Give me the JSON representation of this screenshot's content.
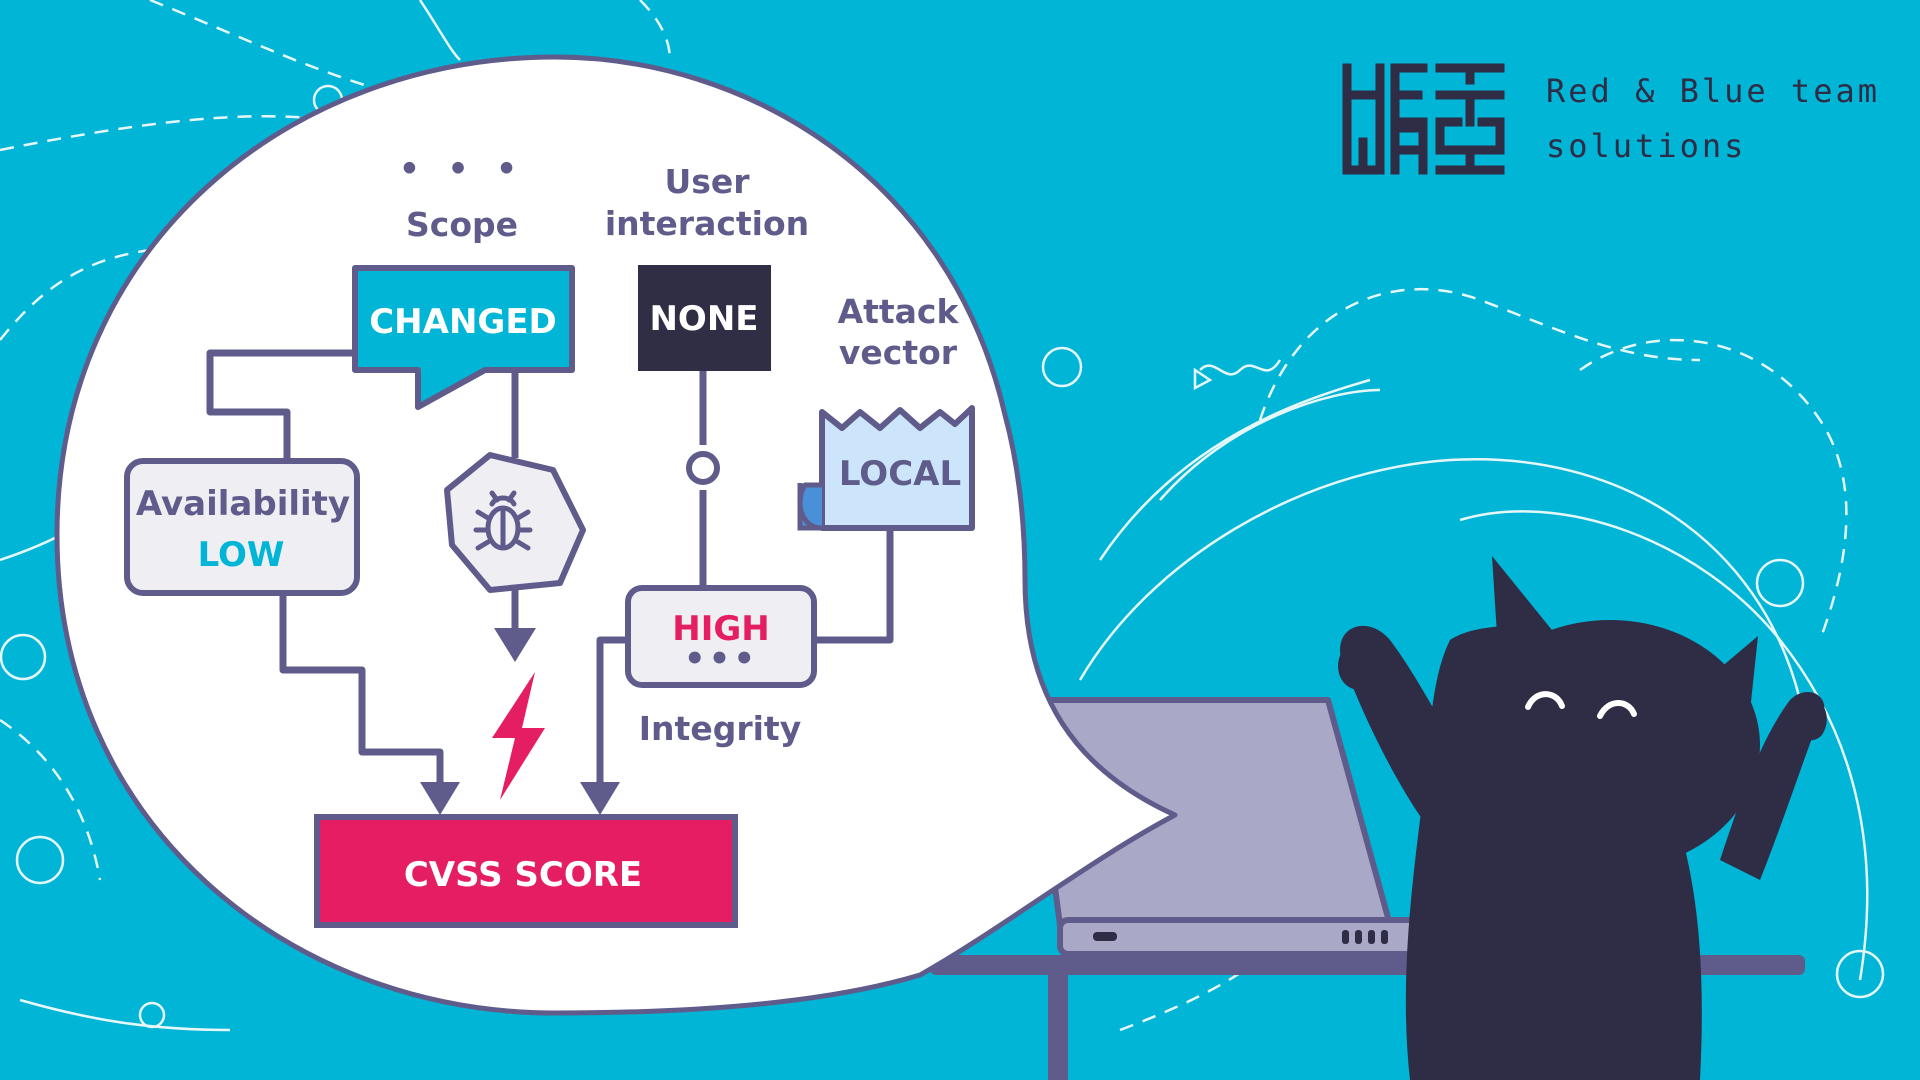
{
  "brand": {
    "logo_text": "HEXWAY",
    "tagline_line1": "Red & Blue team",
    "tagline_line2": "solutions"
  },
  "diagram": {
    "ellipsis_node": "• • •",
    "scope": {
      "label": "Scope",
      "value": "CHANGED"
    },
    "user_interaction": {
      "label_line1": "User",
      "label_line2": "interaction",
      "value": "NONE"
    },
    "attack_vector": {
      "label_line1": "Attack",
      "label_line2": "vector",
      "value": "LOCAL"
    },
    "availability": {
      "label": "Availability",
      "value": "LOW"
    },
    "integrity": {
      "label": "Integrity",
      "value": "HIGH",
      "extra": "•••"
    },
    "exploit_icon": "bug-icon",
    "impact_icon": "lightning-icon",
    "result": "CVSS SCORE"
  },
  "colors": {
    "background": "#00b5d6",
    "outline": "#5f5c8c",
    "accent_pink": "#e51e63",
    "accent_teal": "#00b5d6",
    "dark": "#302e45",
    "local_fill": "#cde5fb"
  },
  "illustration": {
    "laptop": "laptop",
    "cat": "black-cat"
  }
}
